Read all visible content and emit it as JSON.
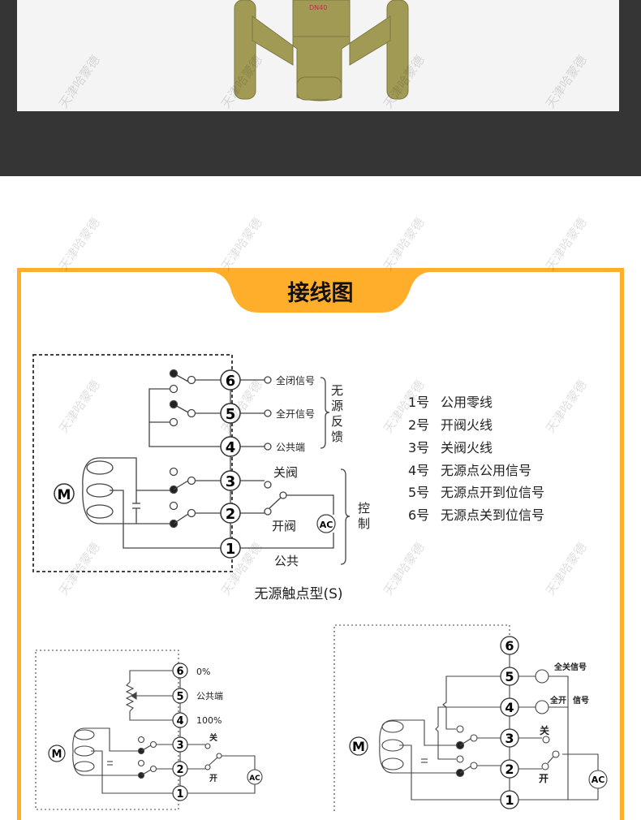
{
  "colors": {
    "accent": "#ffae2b",
    "dark_bg": "#353535",
    "photo_bg": "#f4f4f4",
    "valve": "#a09a55",
    "line": "#333333"
  },
  "watermark": "天津哈蒙德",
  "section_title": "接线图",
  "diagram_s": {
    "caption": "无源触点型(S)",
    "motor": "M",
    "ac": "AC",
    "terminals": [
      "6",
      "5",
      "4",
      "3",
      "2",
      "1"
    ],
    "feedback_labels": [
      "全闭信号",
      "全开信号",
      "公共端"
    ],
    "feedback_group": "无源反馈",
    "control_labels": [
      "关阀",
      "开阀",
      "公共"
    ],
    "control_group": "控制"
  },
  "legend": [
    {
      "num": "1号",
      "desc": "公用零线"
    },
    {
      "num": "2号",
      "desc": "开阀火线"
    },
    {
      "num": "3号",
      "desc": "关阀火线"
    },
    {
      "num": "4号",
      "desc": "无源点公用信号"
    },
    {
      "num": "5号",
      "desc": "无源点开到位信号"
    },
    {
      "num": "6号",
      "desc": "无源点关到位信号"
    }
  ],
  "diagram_pot": {
    "motor": "M",
    "ac": "AC",
    "terminals": [
      "6",
      "5",
      "4",
      "3",
      "2",
      "1"
    ],
    "labels": [
      "0%",
      "公共端",
      "100%"
    ],
    "close": "关",
    "open": "开"
  },
  "diagram_lamp": {
    "motor": "M",
    "ac": "AC",
    "terminals": [
      "6",
      "5",
      "4",
      "3",
      "2",
      "1"
    ],
    "labels": [
      "全关信号",
      "全开",
      "信号"
    ],
    "close": "关",
    "open": "开"
  }
}
